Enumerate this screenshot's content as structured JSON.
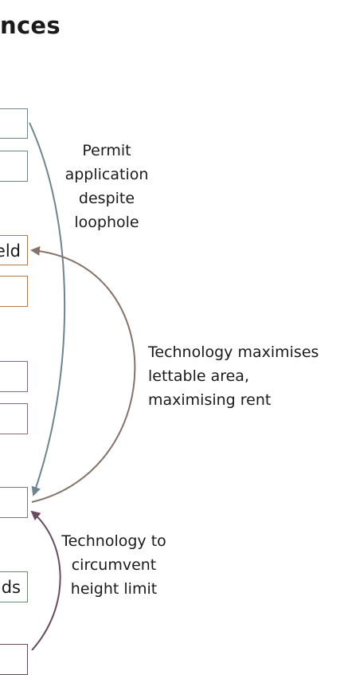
{
  "title": "nces",
  "boxes": [
    {
      "text": "",
      "color": "#6e848e"
    },
    {
      "text": "",
      "color": "#6e848e"
    },
    {
      "text": "eld",
      "color": "#b07a4e"
    },
    {
      "text": "",
      "color": "#b07a4e"
    },
    {
      "text": "",
      "color": "#8e6a72"
    },
    {
      "text": "",
      "color": "#8e6a72"
    },
    {
      "text": "",
      "color": "#7a7a7a"
    },
    {
      "text": "ds",
      "color": "#6a8a6e"
    },
    {
      "text": "",
      "color": "#6a4a5e"
    }
  ],
  "labels": {
    "permit": [
      "Permit",
      "application",
      "despite",
      "loophole"
    ],
    "technology_rent": [
      "Technology maximises",
      "lettable area,",
      "maximising rent"
    ],
    "technology_height": [
      "Technology to",
      "circumvent",
      "height limit"
    ]
  },
  "arrow_colors": {
    "permit": "#6e848e",
    "technology_rent": "#857268",
    "technology_height": "#6a4a5e"
  }
}
